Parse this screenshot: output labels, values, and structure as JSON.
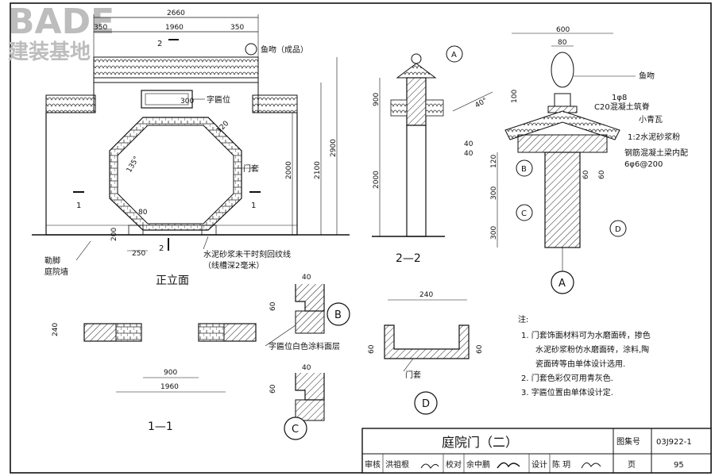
{
  "logo": {
    "brand": "BADE",
    "subtitle": "建装基地"
  },
  "elevation": {
    "dims": {
      "top_total": "2660",
      "mid": "1960",
      "right_small": "350",
      "left_small": "350",
      "plaque_h": "300",
      "h_2000": "2000",
      "h_2100": "2100",
      "h_2900": "2900",
      "d120": "120",
      "d80": "80",
      "d200": "200",
      "d250": "250",
      "angle": "135°"
    },
    "section_mark_top": "2",
    "section_mark_bottom": "2",
    "mark_left": "1",
    "mark_right": "1",
    "labels": {
      "fish_kiss": "鱼吻（成品）",
      "plaque": "字匾位",
      "door_frame": "门套",
      "plinth": "勒脚",
      "wall": "庭院墙",
      "groove_note_1": "水泥砂浆未干时刻回纹线",
      "groove_note_2": "（线槽深2毫米）"
    },
    "title": "正立面"
  },
  "section22": {
    "dims": {
      "h900": "900",
      "h2000": "2000"
    },
    "callout": "A",
    "title": "2—2"
  },
  "detailA": {
    "dims": {
      "w600": "600",
      "w80": "80",
      "h100": "100",
      "d40a": "40",
      "d40b": "40",
      "d120": "120",
      "d300a": "300",
      "d300b": "300",
      "d60a": "60",
      "d60b": "60",
      "slope": "40°"
    },
    "labels": {
      "fish_kiss": "鱼吻",
      "rebar": "1φ8",
      "ridge": "C20混凝土筑脊",
      "tile": "小青瓦",
      "mortar": "1:2水泥砂浆粉",
      "beam_1": "钢筋混凝土梁内配",
      "beam_2": "6φ6@200"
    },
    "callouts": {
      "b": "B",
      "c": "C",
      "d": "D",
      "main": "A"
    }
  },
  "section11": {
    "dims": {
      "w240": "240",
      "w900": "900",
      "w1960": "1960"
    },
    "title": "1—1",
    "note": "字匾位白色涂料面层"
  },
  "detailB": {
    "dims": {
      "d40": "40",
      "d60": "60"
    },
    "callout": "B"
  },
  "detailC": {
    "dims": {
      "d40": "40",
      "d60": "60"
    },
    "callout": "C"
  },
  "detailD": {
    "dims": {
      "w240": "240",
      "d60a": "60",
      "d60b": "60"
    },
    "label": "门套",
    "callout": "D"
  },
  "notes": {
    "heading": "注:",
    "items": [
      "1.  门套饰面材料可为水磨面砖，掺色",
      "水泥砂浆粉仿水磨面砖，涂料,陶",
      "瓷面砖等由单体设计选用.",
      "2.  门套色彩仅可用青灰色.",
      "3.  字匾位置由单体设计定."
    ]
  },
  "titleblock": {
    "drawing_title": "庭院门（二）",
    "atlas_label": "图集号",
    "atlas_no": "03J922-1",
    "page_label": "页",
    "page_no": "95",
    "roles": [
      "审核",
      "洪祖根",
      "校对",
      "余中鹏",
      "设计",
      "陈 玥"
    ]
  }
}
